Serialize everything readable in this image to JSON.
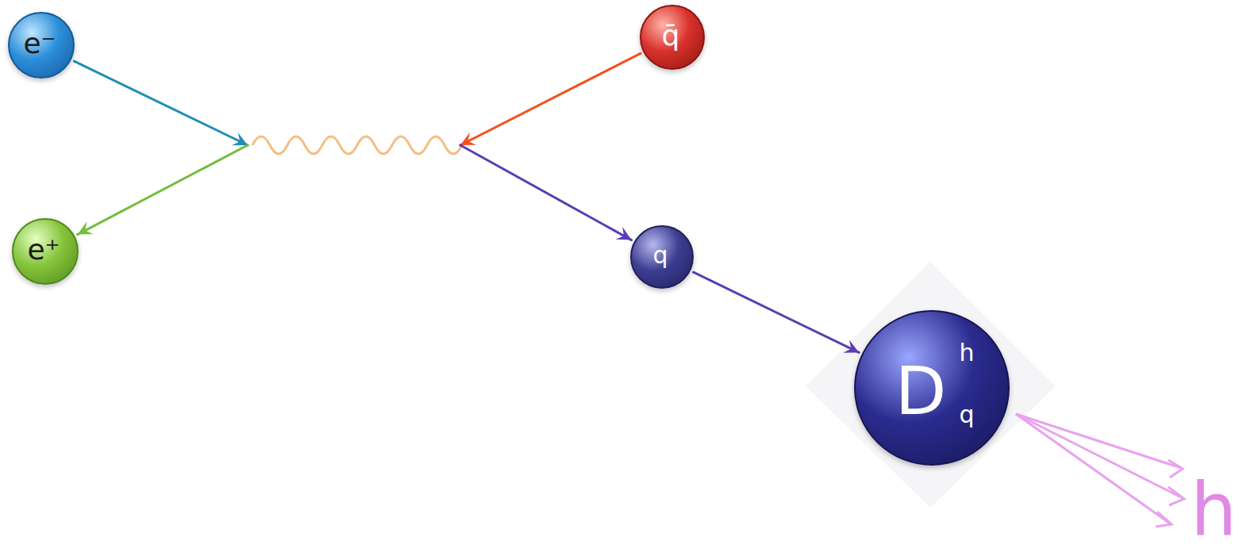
{
  "diagram": {
    "nodes": [
      {
        "text": [
          "e⁻"
        ]
      },
      {
        "text": [
          "q̄"
        ]
      },
      {
        "text": [
          "e⁺"
        ]
      },
      {
        "text": [
          "q"
        ]
      },
      {
        "text": [
          "D",
          "h",
          "q"
        ]
      }
    ],
    "edges": [
      {
        "from": 0,
        "to": 2,
        "arrow": "to"
      },
      {
        "from": 1,
        "to": 3,
        "arrow": "to"
      },
      {
        "from": 3,
        "to": 4,
        "arrow": "to"
      }
    ],
    "labels": [
      "h"
    ]
  }
}
